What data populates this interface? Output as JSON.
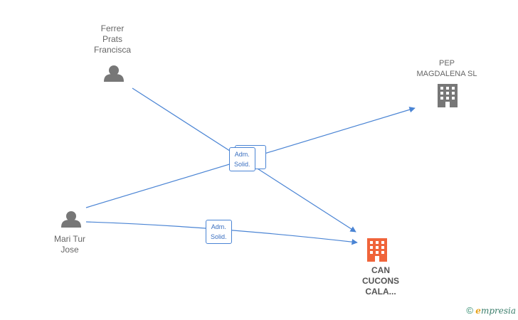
{
  "nodes": {
    "ferrer": {
      "label": "Ferrer\nPrats\nFrancisca",
      "icon": "person-icon",
      "color": "#777777"
    },
    "mari": {
      "label": "Mari Tur\nJose",
      "icon": "person-icon",
      "color": "#777777"
    },
    "pep": {
      "label": "PEP\nMAGDALENA SL",
      "icon": "building-icon",
      "color": "#777777"
    },
    "can": {
      "label": "CAN\nCUCONS\nCALA...",
      "icon": "building-icon",
      "color": "#f0643a"
    }
  },
  "edges": [
    {
      "from": "ferrer",
      "to": "can",
      "label": "Adm.\nSolid."
    },
    {
      "from": "mari",
      "to": "pep",
      "label": "Adm.\nSolid."
    },
    {
      "from": "mari",
      "to": "can",
      "label": "Adm.\nSolid."
    }
  ],
  "colors": {
    "edge": "#4a84d4"
  },
  "brand": {
    "copyright": "©",
    "e": "e",
    "rest": "mpresia"
  }
}
